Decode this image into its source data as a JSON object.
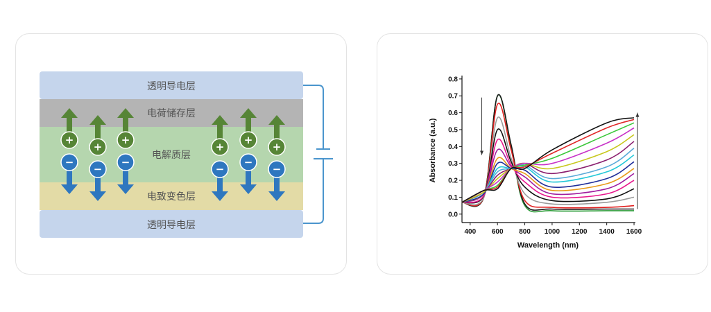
{
  "device": {
    "layers": [
      {
        "id": "top-electrode",
        "label": "透明导电层",
        "color": "#c5d5ec"
      },
      {
        "id": "ion-storage",
        "label": "电荷储存层",
        "color": "#b4b4b4"
      },
      {
        "id": "electrolyte",
        "label": "电解质层",
        "color": "#b5d6ae"
      },
      {
        "id": "electrochromic",
        "label": "电致变色层",
        "color": "#e3dba6"
      },
      {
        "id": "bottom-electrode",
        "label": "透明导电层",
        "color": "#c5d5ec"
      }
    ],
    "plus_symbol": "+",
    "minus_symbol": "−",
    "colors": {
      "positive": "#568536",
      "negative": "#2e77bf",
      "wire": "#4a95cd"
    }
  },
  "chart_data": {
    "type": "line",
    "title": "",
    "xlabel": "Wavelength (nm)",
    "ylabel": "Absorbance (a.u.)",
    "xlim": [
      340,
      1610
    ],
    "ylim": [
      -0.05,
      0.82
    ],
    "xticks": [
      400,
      600,
      800,
      1000,
      1200,
      1400,
      1600
    ],
    "yticks": [
      0.0,
      0.1,
      0.2,
      0.3,
      0.4,
      0.5,
      0.6,
      0.7,
      0.8
    ],
    "grid": false,
    "arrows": [
      {
        "direction": "down",
        "x": 485,
        "y_from": 0.69,
        "y_to": 0.35
      },
      {
        "direction": "up",
        "x": 1625,
        "y_from": 0.03,
        "y_to": 0.6
      }
    ],
    "series": [
      {
        "color": "#2e9c3a",
        "values": [
          {
            "x": 340,
            "y": 0.07
          },
          {
            "x": 500,
            "y": 0.1
          },
          {
            "x": 600,
            "y": 0.7
          },
          {
            "x": 700,
            "y": 0.4
          },
          {
            "x": 800,
            "y": 0.05
          },
          {
            "x": 1000,
            "y": 0.02
          },
          {
            "x": 1400,
            "y": 0.02
          },
          {
            "x": 1600,
            "y": 0.02
          }
        ]
      },
      {
        "color": "#1a1a1a",
        "values": [
          {
            "x": 340,
            "y": 0.07
          },
          {
            "x": 500,
            "y": 0.1
          },
          {
            "x": 600,
            "y": 0.7
          },
          {
            "x": 700,
            "y": 0.41
          },
          {
            "x": 800,
            "y": 0.06
          },
          {
            "x": 1000,
            "y": 0.03
          },
          {
            "x": 1400,
            "y": 0.03
          },
          {
            "x": 1600,
            "y": 0.03
          }
        ]
      },
      {
        "color": "#e02020",
        "values": [
          {
            "x": 340,
            "y": 0.07
          },
          {
            "x": 500,
            "y": 0.1
          },
          {
            "x": 600,
            "y": 0.65
          },
          {
            "x": 700,
            "y": 0.38
          },
          {
            "x": 800,
            "y": 0.08
          },
          {
            "x": 1000,
            "y": 0.04
          },
          {
            "x": 1400,
            "y": 0.04
          },
          {
            "x": 1600,
            "y": 0.05
          }
        ]
      },
      {
        "color": "#9a9a9a",
        "values": [
          {
            "x": 340,
            "y": 0.07
          },
          {
            "x": 500,
            "y": 0.1
          },
          {
            "x": 600,
            "y": 0.57
          },
          {
            "x": 700,
            "y": 0.33
          },
          {
            "x": 800,
            "y": 0.12
          },
          {
            "x": 1000,
            "y": 0.06
          },
          {
            "x": 1400,
            "y": 0.07
          },
          {
            "x": 1600,
            "y": 0.1
          }
        ]
      },
      {
        "color": "#111111",
        "values": [
          {
            "x": 340,
            "y": 0.07
          },
          {
            "x": 500,
            "y": 0.11
          },
          {
            "x": 600,
            "y": 0.5
          },
          {
            "x": 700,
            "y": 0.31
          },
          {
            "x": 800,
            "y": 0.16
          },
          {
            "x": 1000,
            "y": 0.08
          },
          {
            "x": 1400,
            "y": 0.09
          },
          {
            "x": 1600,
            "y": 0.15
          }
        ]
      },
      {
        "color": "#e8188e",
        "values": [
          {
            "x": 340,
            "y": 0.07
          },
          {
            "x": 500,
            "y": 0.11
          },
          {
            "x": 600,
            "y": 0.44
          },
          {
            "x": 700,
            "y": 0.29
          },
          {
            "x": 800,
            "y": 0.19
          },
          {
            "x": 1000,
            "y": 0.1
          },
          {
            "x": 1400,
            "y": 0.12
          },
          {
            "x": 1600,
            "y": 0.2
          }
        ]
      },
      {
        "color": "#a01ea0",
        "values": [
          {
            "x": 340,
            "y": 0.07
          },
          {
            "x": 500,
            "y": 0.12
          },
          {
            "x": 600,
            "y": 0.38
          },
          {
            "x": 700,
            "y": 0.28
          },
          {
            "x": 800,
            "y": 0.22
          },
          {
            "x": 1000,
            "y": 0.12
          },
          {
            "x": 1400,
            "y": 0.15
          },
          {
            "x": 1600,
            "y": 0.24
          }
        ]
      },
      {
        "color": "#e89a1a",
        "values": [
          {
            "x": 340,
            "y": 0.07
          },
          {
            "x": 500,
            "y": 0.12
          },
          {
            "x": 600,
            "y": 0.33
          },
          {
            "x": 700,
            "y": 0.27
          },
          {
            "x": 800,
            "y": 0.24
          },
          {
            "x": 1000,
            "y": 0.14
          },
          {
            "x": 1400,
            "y": 0.18
          },
          {
            "x": 1600,
            "y": 0.27
          }
        ]
      },
      {
        "color": "#1f2e9a",
        "values": [
          {
            "x": 340,
            "y": 0.07
          },
          {
            "x": 500,
            "y": 0.12
          },
          {
            "x": 600,
            "y": 0.3
          },
          {
            "x": 700,
            "y": 0.27
          },
          {
            "x": 800,
            "y": 0.26
          },
          {
            "x": 1000,
            "y": 0.16
          },
          {
            "x": 1400,
            "y": 0.21
          },
          {
            "x": 1600,
            "y": 0.31
          }
        ]
      },
      {
        "color": "#22c8d8",
        "values": [
          {
            "x": 340,
            "y": 0.07
          },
          {
            "x": 500,
            "y": 0.13
          },
          {
            "x": 600,
            "y": 0.27
          },
          {
            "x": 700,
            "y": 0.27
          },
          {
            "x": 800,
            "y": 0.28
          },
          {
            "x": 1000,
            "y": 0.19
          },
          {
            "x": 1400,
            "y": 0.25
          },
          {
            "x": 1600,
            "y": 0.35
          }
        ]
      },
      {
        "color": "#5aaad8",
        "values": [
          {
            "x": 340,
            "y": 0.07
          },
          {
            "x": 500,
            "y": 0.13
          },
          {
            "x": 600,
            "y": 0.25
          },
          {
            "x": 700,
            "y": 0.27
          },
          {
            "x": 800,
            "y": 0.29
          },
          {
            "x": 1000,
            "y": 0.21
          },
          {
            "x": 1400,
            "y": 0.28
          },
          {
            "x": 1600,
            "y": 0.39
          }
        ]
      },
      {
        "color": "#8a1e6e",
        "values": [
          {
            "x": 340,
            "y": 0.07
          },
          {
            "x": 500,
            "y": 0.13
          },
          {
            "x": 600,
            "y": 0.23
          },
          {
            "x": 700,
            "y": 0.27
          },
          {
            "x": 800,
            "y": 0.3
          },
          {
            "x": 1000,
            "y": 0.24
          },
          {
            "x": 1400,
            "y": 0.32
          },
          {
            "x": 1600,
            "y": 0.43
          }
        ]
      },
      {
        "color": "#c8c81e",
        "values": [
          {
            "x": 340,
            "y": 0.07
          },
          {
            "x": 500,
            "y": 0.13
          },
          {
            "x": 600,
            "y": 0.21
          },
          {
            "x": 700,
            "y": 0.27
          },
          {
            "x": 800,
            "y": 0.3
          },
          {
            "x": 1000,
            "y": 0.27
          },
          {
            "x": 1400,
            "y": 0.37
          },
          {
            "x": 1600,
            "y": 0.47
          }
        ]
      },
      {
        "color": "#c832c8",
        "values": [
          {
            "x": 340,
            "y": 0.07
          },
          {
            "x": 500,
            "y": 0.14
          },
          {
            "x": 600,
            "y": 0.19
          },
          {
            "x": 700,
            "y": 0.27
          },
          {
            "x": 800,
            "y": 0.3
          },
          {
            "x": 1000,
            "y": 0.3
          },
          {
            "x": 1400,
            "y": 0.42
          },
          {
            "x": 1600,
            "y": 0.51
          }
        ]
      },
      {
        "color": "#3cc83c",
        "values": [
          {
            "x": 340,
            "y": 0.07
          },
          {
            "x": 500,
            "y": 0.14
          },
          {
            "x": 600,
            "y": 0.17
          },
          {
            "x": 700,
            "y": 0.27
          },
          {
            "x": 800,
            "y": 0.29
          },
          {
            "x": 1000,
            "y": 0.33
          },
          {
            "x": 1400,
            "y": 0.47
          },
          {
            "x": 1600,
            "y": 0.54
          }
        ]
      },
      {
        "color": "#e02828",
        "values": [
          {
            "x": 340,
            "y": 0.07
          },
          {
            "x": 500,
            "y": 0.14
          },
          {
            "x": 600,
            "y": 0.16
          },
          {
            "x": 700,
            "y": 0.27
          },
          {
            "x": 800,
            "y": 0.28
          },
          {
            "x": 1000,
            "y": 0.36
          },
          {
            "x": 1400,
            "y": 0.51
          },
          {
            "x": 1600,
            "y": 0.56
          }
        ]
      },
      {
        "color": "#141414",
        "values": [
          {
            "x": 340,
            "y": 0.07
          },
          {
            "x": 500,
            "y": 0.14
          },
          {
            "x": 600,
            "y": 0.15
          },
          {
            "x": 700,
            "y": 0.27
          },
          {
            "x": 800,
            "y": 0.27
          },
          {
            "x": 1000,
            "y": 0.38
          },
          {
            "x": 1400,
            "y": 0.54
          },
          {
            "x": 1600,
            "y": 0.57
          }
        ]
      }
    ]
  }
}
